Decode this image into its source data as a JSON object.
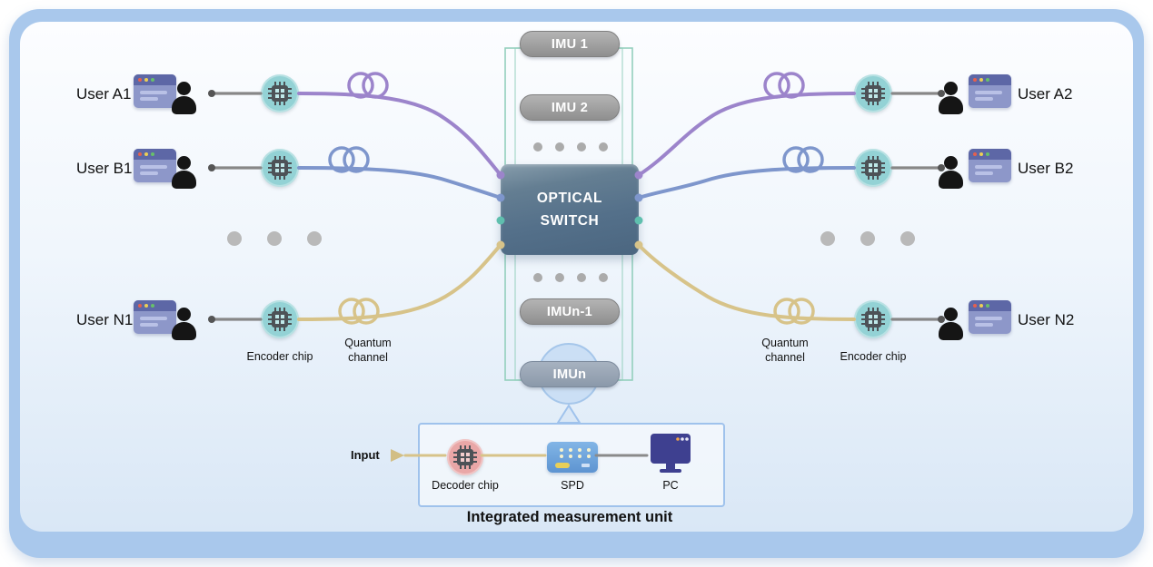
{
  "users": {
    "a1": "User A1",
    "b1": "User B1",
    "n1": "User N1",
    "a2": "User A2",
    "b2": "User B2",
    "n2": "User N2"
  },
  "imu": {
    "imu1": "IMU 1",
    "imu2": "IMU 2",
    "imun_minus1": "IMUn-1",
    "imun": "IMUn"
  },
  "optical_switch": {
    "line1": "OPTICAL",
    "line2": "SWITCH"
  },
  "channel_labels": {
    "encoder_chip_left": "Encoder chip",
    "quantum_channel_left": "Quantum channel",
    "encoder_chip_right": "Encoder chip",
    "quantum_channel_right": "Quantum channel"
  },
  "measurement_unit": {
    "input": "Input",
    "decoder_chip": "Decoder chip",
    "spd": "SPD",
    "pc": "PC",
    "caption": "Integrated measurement unit"
  },
  "icons": {
    "computer": "computer-icon",
    "person": "person-icon",
    "encoder_chip": "encoder-chip-icon",
    "decoder_chip": "decoder-chip-icon",
    "fiber_loop": "fiber-loop-icon",
    "spd": "spd-icon",
    "pc": "pc-icon",
    "input_arrow": "input-arrow-icon"
  },
  "colors": {
    "channel_a": "#9c84cb",
    "channel_b": "#7e96cc",
    "channel_n": "#d7c389",
    "encoder_chip_fill": "#93d2d5",
    "decoder_chip_fill": "#e9a7a7",
    "port_teal": "#5fbfae",
    "imu_gray": "#9a9a9a",
    "switch_dark": "#53708a",
    "frame_teal": "#8fccba",
    "background_border": "#a9c8ec"
  }
}
